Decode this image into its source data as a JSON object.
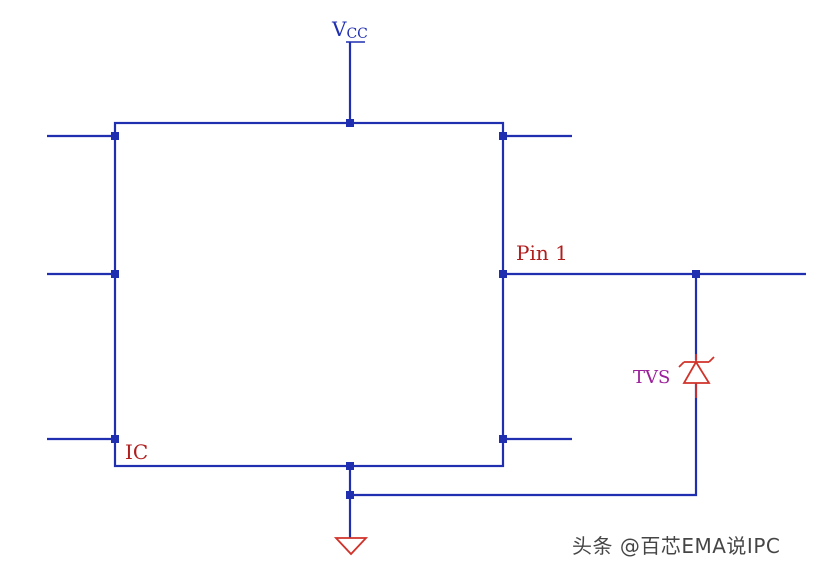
{
  "diagram": {
    "vcc_label_main": "V",
    "vcc_label_sub": "CC",
    "ic_label": "IC",
    "pin_label": "Pin 1",
    "tvs_label": "TVS"
  },
  "watermark": {
    "text": "头条 @百芯EMA说IPC"
  },
  "colors": {
    "wire": "#1f2fb0",
    "component": "#d0332a",
    "label_red": "#b01e1e",
    "label_tvs": "#9a1f9a"
  }
}
